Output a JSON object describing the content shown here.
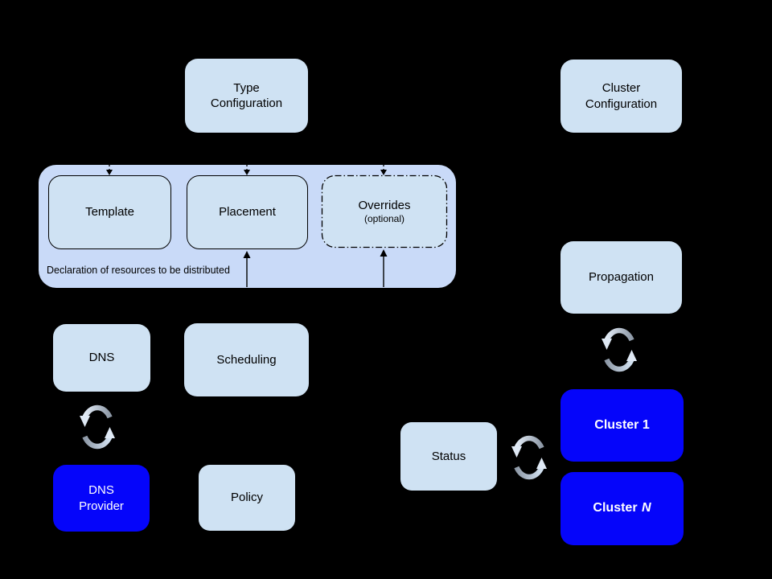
{
  "diagram": {
    "nodes": {
      "type_configuration": {
        "line1": "Type",
        "line2": "Configuration"
      },
      "cluster_configuration": {
        "line1": "Cluster",
        "line2": "Configuration"
      },
      "template": {
        "label": "Template"
      },
      "placement": {
        "label": "Placement"
      },
      "overrides": {
        "label": "Overrides",
        "sublabel": "(optional)"
      },
      "resource_container": {
        "caption": "Declaration of resources to be distributed"
      },
      "dns": {
        "label": "DNS"
      },
      "scheduling": {
        "label": "Scheduling"
      },
      "dns_provider": {
        "line1": "DNS",
        "line2": "Provider"
      },
      "policy": {
        "label": "Policy"
      },
      "propagation": {
        "label": "Propagation"
      },
      "status": {
        "label": "Status"
      },
      "cluster_1": {
        "label": "Cluster 1"
      },
      "cluster_n": {
        "label_prefix": "Cluster ",
        "label_variable": "N"
      }
    },
    "colors": {
      "background": "#000000",
      "light_box_fill": "#cfe2f3",
      "container_fill": "#c9daf8",
      "blue_box_fill": "#0505fa",
      "dark_text": "#000000",
      "light_text": "#ffffff",
      "arrow_stroke": "#000000",
      "sync_arrow_light": "#dfe9f5",
      "sync_arrow_dark": "#8e99a7"
    },
    "icons": {
      "sync": "sync-cycle-icon"
    }
  }
}
